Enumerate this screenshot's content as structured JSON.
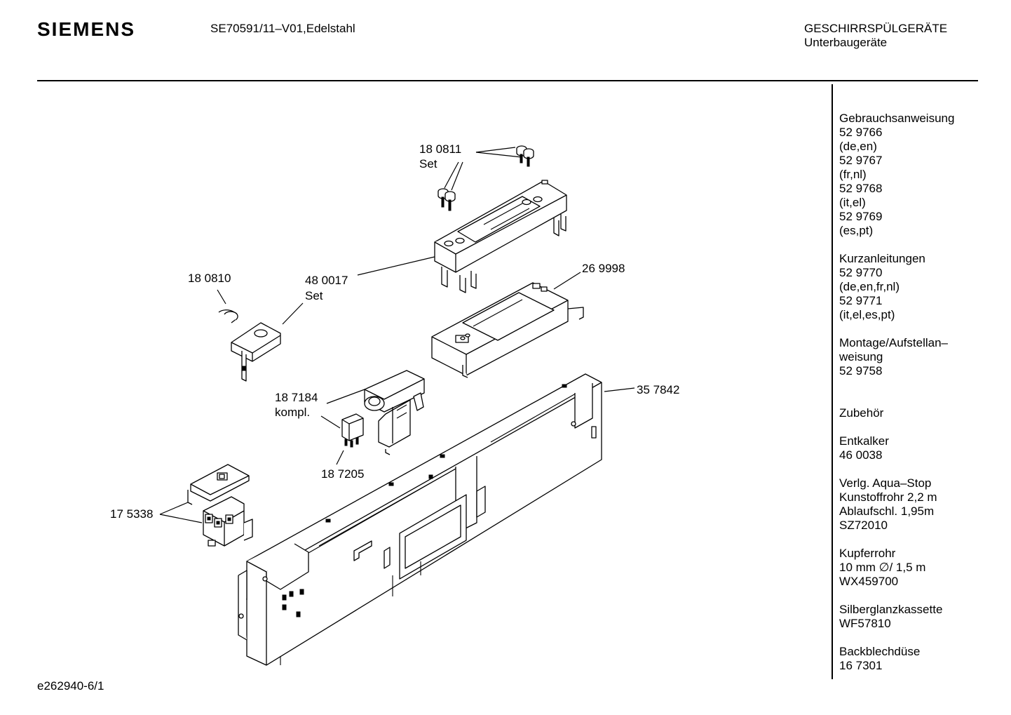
{
  "header": {
    "brand": "SIEMENS",
    "model": "SE70591/11–V01,Edelstahl",
    "category_line1": "GESCHIRRSPÜLGERÄTE",
    "category_line2": "Unterbaugeräte"
  },
  "sidebar": {
    "groups": [
      {
        "lines": [
          "Gebrauchsanweisung",
          "52 9766",
          "(de,en)",
          "52 9767",
          "(fr,nl)",
          "52 9768",
          "(it,el)",
          "52 9769",
          "(es,pt)"
        ]
      },
      {
        "lines": [
          "Kurzanleitungen",
          "52 9770",
          "(de,en,fr,nl)",
          "52 9771",
          "(it,el,es,pt)"
        ]
      },
      {
        "lines": [
          "Montage/Aufstellan–",
          "weisung",
          "52 9758"
        ]
      },
      {
        "lines": [
          "Zubehör"
        ]
      },
      {
        "lines": [
          "Entkalker",
          "46 0038"
        ]
      },
      {
        "lines": [
          "Verlg. Aqua–Stop",
          "Kunstoffrohr 2,2 m",
          "Ablaufschl. 1,95m",
          "SZ72010"
        ]
      },
      {
        "lines": [
          "Kupferrohr",
          "10 mm ∅/ 1,5 m",
          "WX459700"
        ]
      },
      {
        "lines": [
          "Silberglanzkassette",
          "WF57810"
        ]
      },
      {
        "lines": [
          "Backblechdüse",
          "16 7301"
        ]
      }
    ]
  },
  "diagram": {
    "labels": {
      "p180811": "18 0811",
      "p180811_sub": "Set",
      "p180810": "18 0810",
      "p480017": "48 0017",
      "p480017_sub": "Set",
      "p269998": "26 9998",
      "p187184": "18 7184",
      "p187184_sub": "kompl.",
      "p357842": "35 7842",
      "p187205": "18 7205",
      "p175338": "17 5338"
    }
  },
  "footer": {
    "code": "e262940-6/1"
  }
}
